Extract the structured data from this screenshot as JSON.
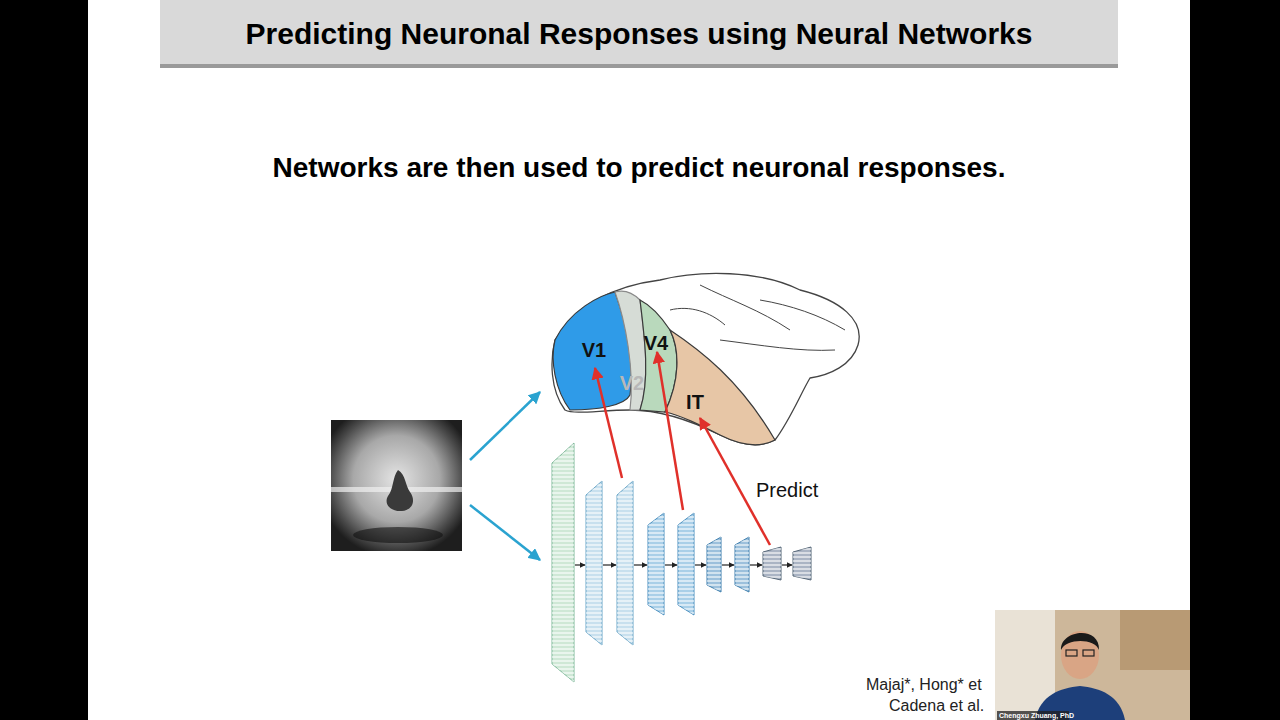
{
  "diagram": {
    "title": "Predicting Neuronal Responses using Neural Networks",
    "nodes": [
      {
        "text": [
          "V1"
        ]
      },
      {
        "text": [
          "V2"
        ]
      },
      {
        "text": [
          "V4"
        ]
      },
      {
        "text": [
          "IT"
        ]
      }
    ],
    "labels": [
      "Networks are then used to predict neuronal responses.",
      "Predict",
      "Majaj*, Hong* et",
      "Cadena et al.",
      "Chengxu Zhuang, PhD"
    ]
  }
}
